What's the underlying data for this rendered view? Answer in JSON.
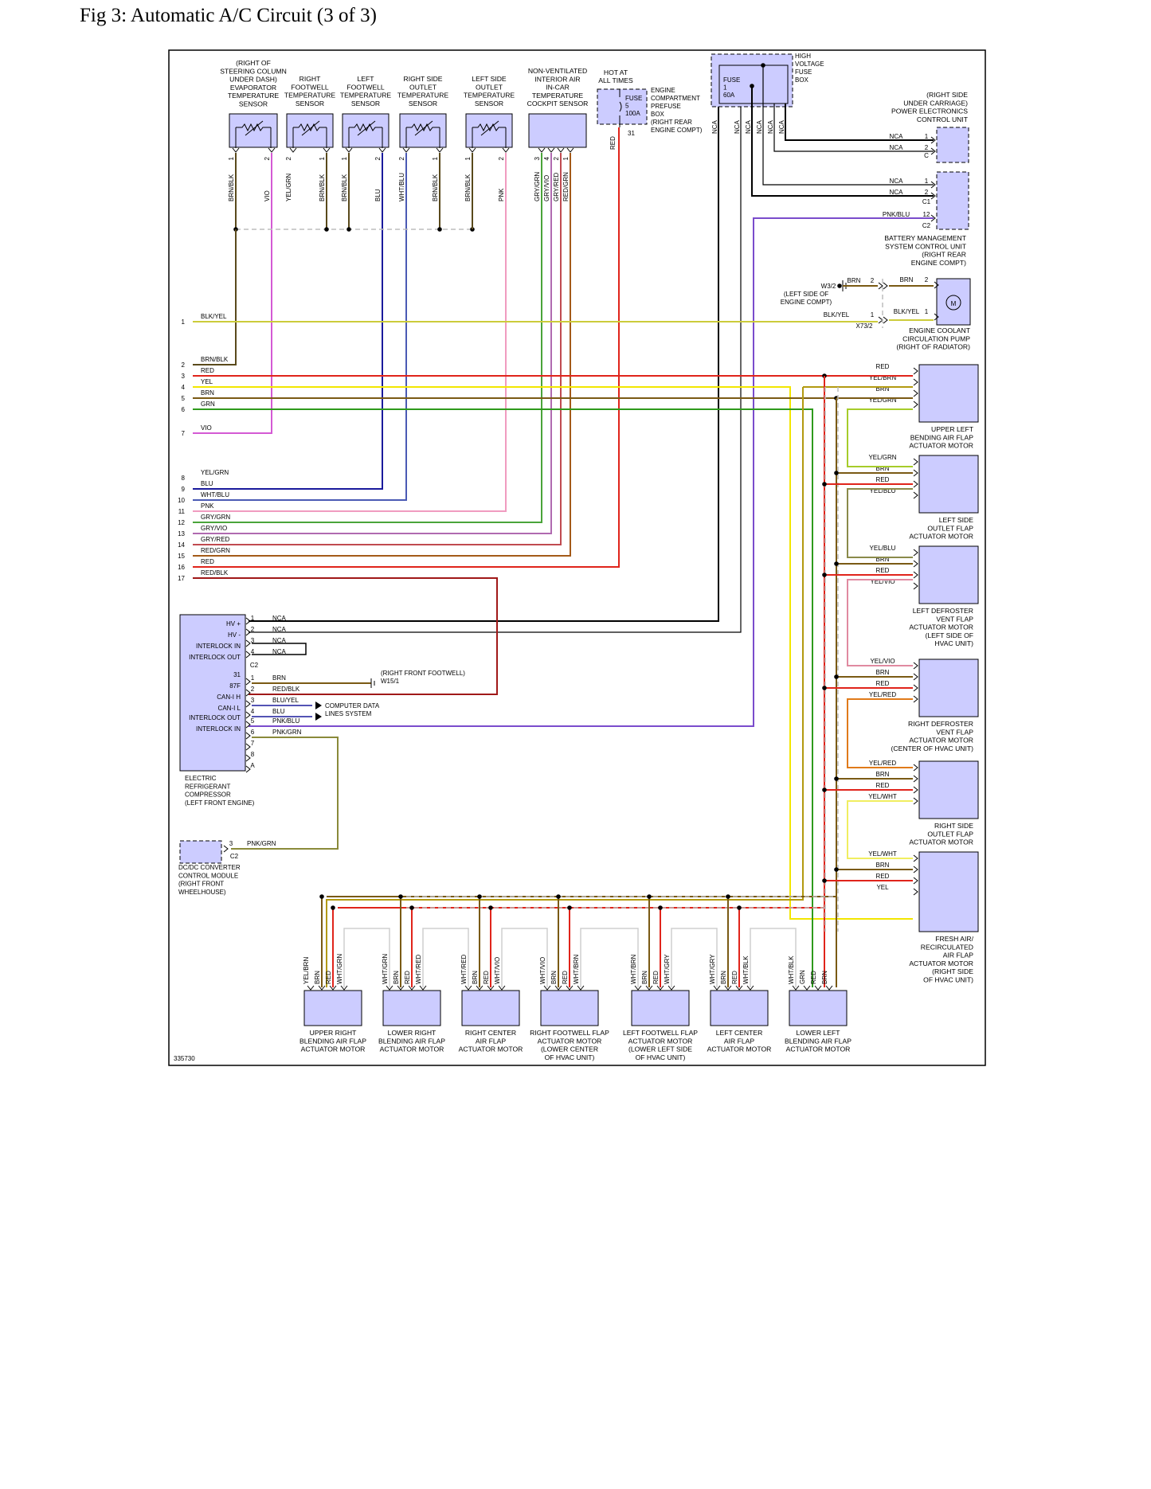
{
  "title": "Fig 3: Automatic A/C Circuit (3 of 3)",
  "figure_id": "335730",
  "colors": {
    "YEL": "#f2e600",
    "RED": "#e0241b",
    "BRN": "#7a5a14",
    "GRN": "#2e9a1c",
    "VIO": "#d45ad4",
    "BLU": "#1a1a9c",
    "PNK": "#f09cc0",
    "BLK": "#000000",
    "WHT": "#cfcfcf",
    "GRY": "#8c8c8c",
    "PNKBLU": "#7a4ccc",
    "PNKGRN": "#8a8a3a",
    "YELGRN": "#a6cc2a",
    "BLKYEL": "#cccc3a",
    "BRNBLK": "#5a4a1c",
    "WHTBLU": "#4a5ab4",
    "GRYGRN": "#4aa43a",
    "GRYVIO": "#b06ab0",
    "GRYRED": "#c04a50",
    "REDGRN": "#a35a18",
    "REDBLK": "#a01818",
    "YELRED": "#e07a1a",
    "YELBLU": "#8a8a4a",
    "YELVIO": "#e08aa0",
    "YELWHT": "#f0ee60",
    "YELBRN": "#b29a10",
    "NCA": "#000000",
    "DASH": "#bdbdbd"
  },
  "sensors": [
    {
      "label": "(RIGHT OF\nSTEERING COLUMN\nUNDER DASH)\nEVAPORATOR\nTEMPERATURE\nSENSOR",
      "pins": [
        "1",
        "2"
      ],
      "wires": [
        "BRN/BLK",
        "VIO"
      ]
    },
    {
      "label": "RIGHT\nFOOTWELL\nTEMPERATURE\nSENSOR",
      "pins": [
        "2",
        "1"
      ],
      "wires": [
        "YEL/GRN",
        "BRN/BLK"
      ]
    },
    {
      "label": "LEFT\nFOOTWELL\nTEMPERATURE\nSENSOR",
      "pins": [
        "1",
        "2"
      ],
      "wires": [
        "BRN/BLK",
        "BLU"
      ]
    },
    {
      "label": "RIGHT SIDE\nOUTLET\nTEMPERATURE\nSENSOR",
      "pins": [
        "2",
        "1"
      ],
      "wires": [
        "WHT/BLU",
        "BRN/BLK"
      ]
    },
    {
      "label": "LEFT SIDE\nOUTLET\nTEMPERATURE\nSENSOR",
      "pins": [
        "1",
        "2"
      ],
      "wires": [
        "BRN/BLK",
        "PNK"
      ]
    },
    {
      "label": "NON-VENTILATED\nINTERIOR AIR\nIN-CAR\nTEMPERATURE\nCOCKPIT SENSOR",
      "pins": [
        "3",
        "4",
        "2",
        "1"
      ],
      "wires": [
        "GRY/GRN",
        "GRY/VIO",
        "GRY/RED",
        "RED/GRN"
      ]
    }
  ],
  "hot_at_all_times": "HOT AT\nALL TIMES",
  "prefuse": {
    "fuse": "FUSE\n5\n100A",
    "label": "ENGINE\nCOMPARTMENT\nPREFUSE\nBOX\n(RIGHT REAR\nENGINE COMPT)",
    "wire": "RED",
    "pin": "31"
  },
  "hv_fuse": {
    "fuse": "FUSE\n1\n60A",
    "label": "HIGH\nVOLTAGE\nFUSE\nBOX",
    "wires": [
      "NCA",
      "NCA",
      "NCA",
      "NCA",
      "NCA",
      "NCA"
    ]
  },
  "pe_control": {
    "label": "(RIGHT SIDE\nUNDER CARRIAGE)\nPOWER ELECTRONICS\nCONTROL UNIT",
    "rows": [
      {
        "wire": "NCA",
        "pin": "1"
      },
      {
        "wire": "NCA",
        "pin": "2"
      }
    ],
    "conn": "C"
  },
  "bms": {
    "label": "BATTERY MANAGEMENT\nSYSTEM CONTROL UNIT\n(RIGHT REAR\nENGINE COMPT)",
    "rows": [
      {
        "wire": "NCA",
        "pin": "1"
      },
      {
        "wire": "NCA",
        "pin": "2"
      },
      {
        "wire": "",
        "pin": "C1"
      },
      {
        "wire": "PNK/BLU",
        "pin": "12"
      },
      {
        "wire": "",
        "pin": "C2"
      }
    ]
  },
  "ground_w32": {
    "label": "W3/2",
    "sub": "(LEFT SIDE OF\nENGINE COMPT)",
    "wire": "BRN",
    "pin": "2"
  },
  "x73": {
    "label": "X73/2",
    "wire": "BLK/YEL",
    "pin": "1"
  },
  "coolant_pump": {
    "label": "ENGINE COOLANT\nCIRCULATION PUMP\n(RIGHT OF RADIATOR)",
    "motor": "M",
    "rows": [
      {
        "wire": "BRN",
        "pin": "2"
      },
      {
        "wire": "BLK/YEL",
        "pin": "1"
      }
    ]
  },
  "left_bus": [
    {
      "n": "1",
      "wire": "BLK/YEL"
    },
    {
      "n": "2",
      "wire": "BRN/BLK"
    },
    {
      "n": "3",
      "wire": "RED"
    },
    {
      "n": "4",
      "wire": "YEL"
    },
    {
      "n": "5",
      "wire": "BRN"
    },
    {
      "n": "6",
      "wire": "GRN"
    },
    {
      "n": "7",
      "wire": "VIO"
    },
    {
      "n": "8",
      "wire": "YEL/GRN"
    },
    {
      "n": "9",
      "wire": "BLU"
    },
    {
      "n": "10",
      "wire": "WHT/BLU"
    },
    {
      "n": "11",
      "wire": "PNK"
    },
    {
      "n": "12",
      "wire": "GRY/GRN"
    },
    {
      "n": "13",
      "wire": "GRY/VIO"
    },
    {
      "n": "14",
      "wire": "GRY/RED"
    },
    {
      "n": "15",
      "wire": "RED/GRN"
    },
    {
      "n": "16",
      "wire": "RED"
    },
    {
      "n": "17",
      "wire": "RED/BLK"
    }
  ],
  "compressor": {
    "label": "ELECTRIC\nREFRIGERANT\nCOMPRESSOR\n(LEFT FRONT ENGINE)",
    "c1": [
      {
        "pin": "1",
        "name": "HV +",
        "wire": "NCA"
      },
      {
        "pin": "2",
        "name": "HV -",
        "wire": "NCA"
      },
      {
        "pin": "3",
        "name": "INTERLOCK IN",
        "wire": "NCA"
      },
      {
        "pin": "4",
        "name": "INTERLOCK OUT",
        "wire": "NCA"
      }
    ],
    "c2_label": "C2",
    "c2": [
      {
        "pin": "1",
        "name": "31",
        "wire": "BRN"
      },
      {
        "pin": "2",
        "name": "87F",
        "wire": "RED/BLK"
      },
      {
        "pin": "3",
        "name": "CAN-I H",
        "wire": "BLU/YEL"
      },
      {
        "pin": "4",
        "name": "CAN-I L",
        "wire": "BLU"
      },
      {
        "pin": "5",
        "name": "INTERLOCK OUT",
        "wire": "PNK/BLU"
      },
      {
        "pin": "6",
        "name": "INTERLOCK IN",
        "wire": "PNK/GRN"
      },
      {
        "pin": "7",
        "name": "",
        "wire": ""
      },
      {
        "pin": "8",
        "name": "",
        "wire": ""
      },
      {
        "pin": "A",
        "name": "",
        "wire": ""
      }
    ],
    "ground": "(RIGHT FRONT FOOTWELL)\nW15/1",
    "data": "COMPUTER DATA\nLINES SYSTEM"
  },
  "dcdc": {
    "label": "DC/DC CONVERTER\nCONTROL MODULE\n(RIGHT FRONT\nWHEELHOUSE)",
    "pin": "3",
    "wire": "PNK/GRN",
    "conn": "C2"
  },
  "right_motors": [
    {
      "label": "UPPER LEFT\nBENDING AIR FLAP\nACTUATOR MOTOR",
      "wires": [
        "RED",
        "YEL/BRN",
        "BRN",
        "YEL/GRN"
      ]
    },
    {
      "label": "LEFT SIDE\nOUTLET FLAP\nACTUATOR MOTOR",
      "wires": [
        "YEL/GRN",
        "BRN",
        "RED",
        "YEL/BLU"
      ]
    },
    {
      "label": "LEFT DEFROSTER\nVENT FLAP\nACTUATOR MOTOR\n(LEFT SIDE OF\nHVAC UNIT)",
      "wires": [
        "YEL/BLU",
        "BRN",
        "RED",
        "YEL/VIO"
      ]
    },
    {
      "label": "RIGHT DEFROSTER\nVENT FLAP\nACTUATOR MOTOR\n(CENTER OF HVAC UNIT)",
      "wires": [
        "YEL/VIO",
        "BRN",
        "RED",
        "YEL/RED"
      ]
    },
    {
      "label": "RIGHT SIDE\nOUTLET FLAP\nACTUATOR MOTOR",
      "wires": [
        "YEL/RED",
        "BRN",
        "RED",
        "YEL/WHT"
      ]
    },
    {
      "label": "FRESH AIR/\nRECIRCULATED\nAIR FLAP\nACTUATOR MOTOR\n(RIGHT SIDE\nOF HVAC UNIT)",
      "wires": [
        "YEL/WHT",
        "BRN",
        "RED",
        "YEL"
      ]
    }
  ],
  "bottom_motors": [
    {
      "label": "UPPER RIGHT\nBLENDING AIR FLAP\nACTUATOR MOTOR",
      "wires": [
        "YEL/BRN",
        "BRN",
        "RED",
        "WHT/GRN"
      ]
    },
    {
      "label": "LOWER RIGHT\nBLENDING AIR FLAP\nACTUATOR MOTOR",
      "wires": [
        "WHT/GRN",
        "BRN",
        "RED",
        "WHT/RED"
      ]
    },
    {
      "label": "RIGHT CENTER\nAIR FLAP\nACTUATOR MOTOR",
      "wires": [
        "WHT/RED",
        "BRN",
        "RED",
        "WHT/VIO"
      ]
    },
    {
      "label": "RIGHT FOOTWELL FLAP\nACTUATOR MOTOR\n(LOWER CENTER\nOF HVAC UNIT)",
      "wires": [
        "WHT/VIO",
        "BRN",
        "RED",
        "WHT/BRN"
      ]
    },
    {
      "label": "LEFT FOOTWELL FLAP\nACTUATOR MOTOR\n(LOWER LEFT SIDE\nOF HVAC UNIT)",
      "wires": [
        "WHT/BRN",
        "BRN",
        "RED",
        "WHT/GRY"
      ]
    },
    {
      "label": "LEFT CENTER\nAIR FLAP\nACTUATOR MOTOR",
      "wires": [
        "WHT/GRY",
        "BRN",
        "RED",
        "WHT/BLK"
      ]
    },
    {
      "label": "LOWER LEFT\nBLENDING AIR FLAP\nACTUATOR MOTOR",
      "wires": [
        "WHT/BLK",
        "GRN",
        "RED",
        "BRN"
      ]
    }
  ]
}
